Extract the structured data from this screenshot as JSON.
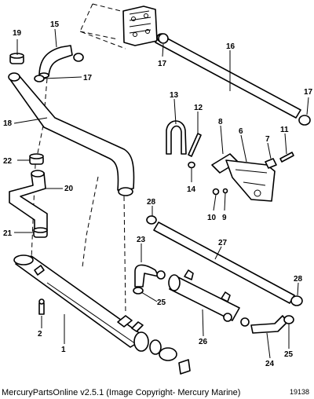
{
  "callouts": {
    "p1": "1",
    "p2": "2",
    "p6": "6",
    "p7": "7",
    "p8": "8",
    "p9": "9",
    "p10": "10",
    "p11": "11",
    "p12": "12",
    "p13": "13",
    "p14": "14",
    "p15": "15",
    "p16": "16",
    "p17a": "17",
    "p17b": "17",
    "p17c": "17",
    "p18": "18",
    "p19": "19",
    "p20": "20",
    "p21": "21",
    "p22": "22",
    "p23": "23",
    "p24": "24",
    "p25a": "25",
    "p25b": "25",
    "p26": "26",
    "p27": "27",
    "p28a": "28",
    "p28b": "28"
  },
  "footer": {
    "caption": "MercuryPartsOnline v2.5.1 (Image Copyright- Mercury Marine)",
    "figure_number": "19138"
  }
}
